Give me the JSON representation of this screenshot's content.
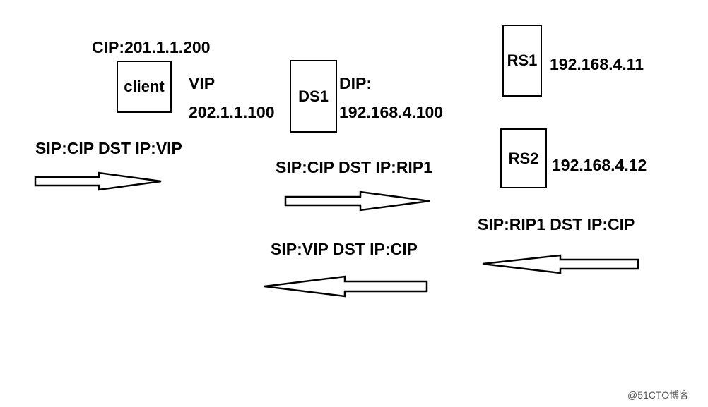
{
  "nodes": {
    "client": {
      "label": "client"
    },
    "ds1": {
      "label": "DS1"
    },
    "rs1": {
      "label": "RS1"
    },
    "rs2": {
      "label": "RS2"
    }
  },
  "addresses": {
    "cip": "CIP:201.1.1.200",
    "vip_label": "VIP",
    "vip_value": "202.1.1.100",
    "dip_label": "DIP:",
    "dip_value": "192.168.4.100",
    "rs1_ip": "192.168.4.11",
    "rs2_ip": "192.168.4.12"
  },
  "flows": {
    "client_to_ds": "SIP:CIP DST IP:VIP",
    "ds_to_rs": "SIP:CIP DST IP:RIP1",
    "rs_reply": "SIP:RIP1 DST IP:CIP",
    "ds_reply": "SIP:VIP DST IP:CIP"
  },
  "watermark": "@51CTO博客"
}
